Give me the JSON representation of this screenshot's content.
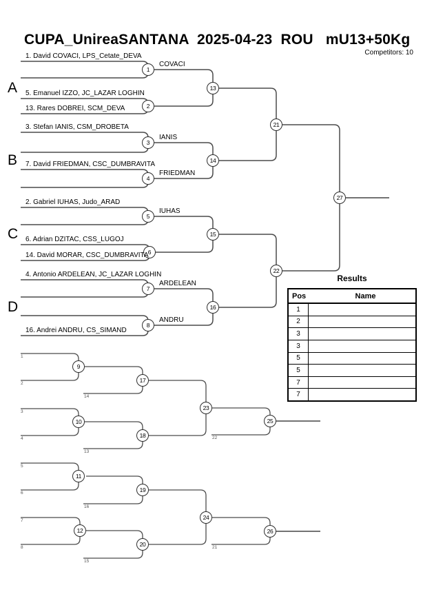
{
  "header": {
    "title": "CUPA_UnireaSANTANA  2025-04-23  ROU   mU13+50Kg",
    "competitors": "Competitors: 10"
  },
  "groups": {
    "a": "A",
    "b": "B",
    "c": "C",
    "d": "D"
  },
  "entries": {
    "covaci": "1. David COVACI, LPS_Cetate_DEVA",
    "izzo": "5. Emanuel IZZO, JC_LAZAR LOGHIN",
    "dobrei": "13. Rares DOBREI, SCM_DEVA",
    "ianis": "3. Stefan IANIS, CSM_DROBETA",
    "friedman": "7. David FRIEDMAN, CSC_DUMBRAVITA",
    "iuhas": "2. Gabriel IUHAS, Judo_ARAD",
    "dzitac": "6. Adrian DZITAC, CSS_LUGOJ",
    "morar": "14. David MORAR, CSC_DUMBRAVITA",
    "ardelean": "4. Antonio ARDELEAN, JC_LAZAR LOGHIN",
    "andru": "16. Andrei ANDRU, CS_SIMAND"
  },
  "winners": {
    "m1": "COVACI",
    "m3": "IANIS",
    "m4": "FRIEDMAN",
    "m5": "IUHAS",
    "m7": "ARDELEAN",
    "m8": "ANDRU"
  },
  "matches": {
    "m1": "1",
    "m2": "2",
    "m3": "3",
    "m4": "4",
    "m5": "5",
    "m6": "6",
    "m7": "7",
    "m8": "8",
    "m9": "9",
    "m10": "10",
    "m11": "11",
    "m12": "12",
    "m13": "13",
    "m14": "14",
    "m15": "15",
    "m16": "16",
    "m17": "17",
    "m18": "18",
    "m19": "19",
    "m20": "20",
    "m21": "21",
    "m22": "22",
    "m23": "23",
    "m24": "24",
    "m25": "25",
    "m26": "26",
    "m27": "27"
  },
  "sources": {
    "s1": "1",
    "s2": "2",
    "s3": "3",
    "s4": "4",
    "s5": "5",
    "s6": "6",
    "s7": "7",
    "s8": "8",
    "s13": "13",
    "s14": "14",
    "s15": "15",
    "s16": "16",
    "s21": "21",
    "s22": "22"
  },
  "results": {
    "title": "Results",
    "columns": {
      "pos": "Pos",
      "name": "Name"
    },
    "rows": [
      {
        "pos": "1",
        "name": ""
      },
      {
        "pos": "2",
        "name": ""
      },
      {
        "pos": "3",
        "name": ""
      },
      {
        "pos": "3",
        "name": ""
      },
      {
        "pos": "5",
        "name": ""
      },
      {
        "pos": "5",
        "name": ""
      },
      {
        "pos": "7",
        "name": ""
      },
      {
        "pos": "7",
        "name": ""
      }
    ]
  },
  "colors": {
    "line": "#4a4a4a",
    "text": "#000000"
  }
}
